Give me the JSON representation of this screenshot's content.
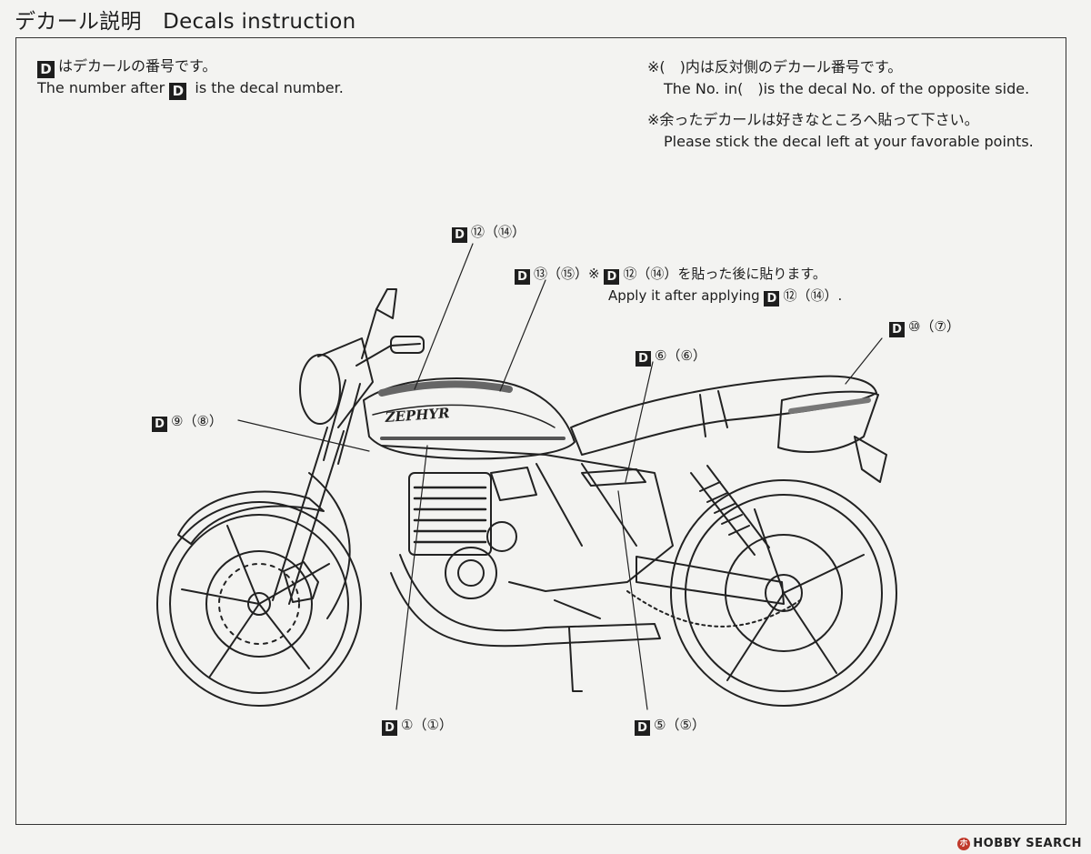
{
  "header": {
    "title": "デカール説明　Decals instruction"
  },
  "notes": {
    "left_line1_jp": "はデカールの番号です。",
    "left_line2_pre": "The number after ",
    "left_line2_post": " is the decal number.",
    "right_line1_jp": "※(　)内は反対側のデカール番号です。",
    "right_line2_en": "The No. in(　)is the decal No. of the opposite side.",
    "right_line3_jp": "※余ったデカールは好きなところへ貼って下さい。",
    "right_line4_en": "Please stick the decal left at your favorable points."
  },
  "d_letter": "D",
  "callouts": {
    "tank_top": "⑫（⑭）",
    "tank_side_a": "⑬（⑮）※",
    "tank_side_b": "⑫（⑭）を貼った後に貼ります。",
    "tank_side_en_pre": "Apply it after applying ",
    "tank_side_en_post": "⑫（⑭）.",
    "tail": "⑩（⑦）",
    "side_cover": "⑥（⑥）",
    "fork": "⑨（⑧）",
    "engine": "①（①）",
    "frame_low": "⑤（⑤）"
  },
  "tank_logo": "ZEPHYR",
  "watermark": {
    "badge": "ホ",
    "text": "HOBBY SEARCH"
  }
}
